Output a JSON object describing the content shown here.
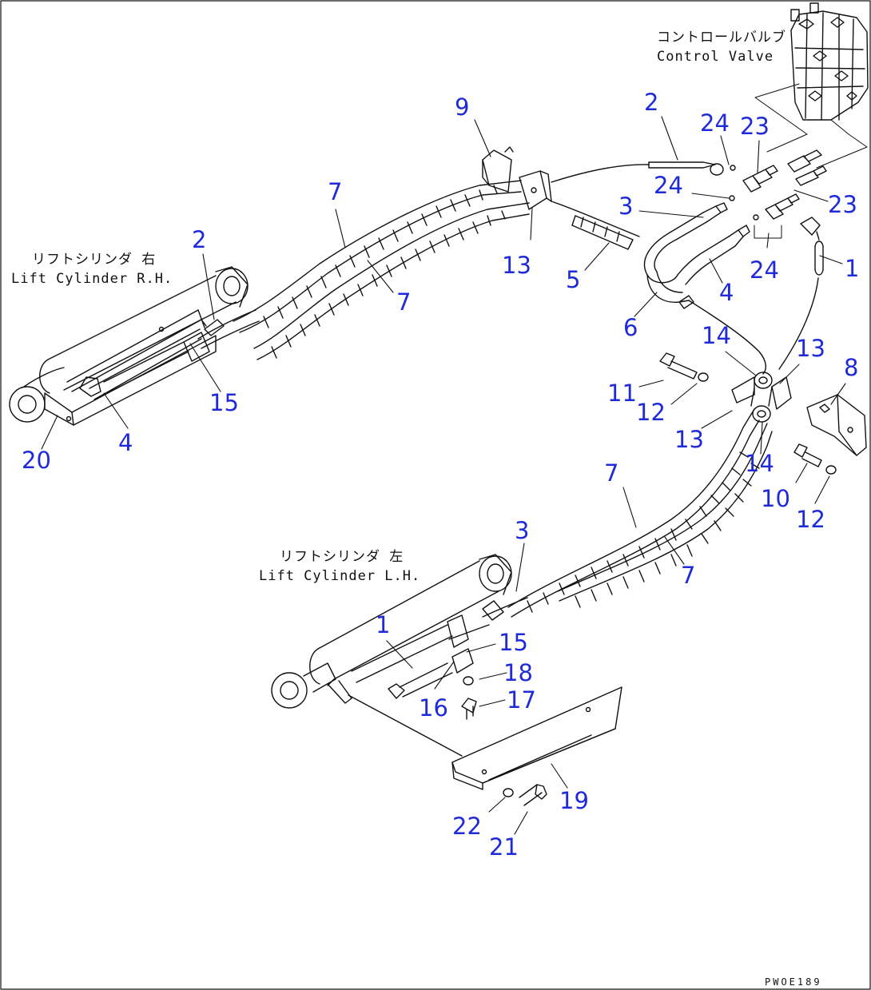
{
  "captions": {
    "control_valve_jp": "コントロールバルブ",
    "control_valve_en": "Control Valve",
    "lift_rh_jp": "リフトシリンダ 右",
    "lift_rh_en": "Lift Cylinder R.H.",
    "lift_lh_jp": "リフトシリンダ 左",
    "lift_lh_en": "Lift Cylinder L.H."
  },
  "drawing_code": "PWOE189",
  "callouts": {
    "c1": "9",
    "c2": "2",
    "c3": "24",
    "c4": "23",
    "c5": "24",
    "c6": "23",
    "c7": "3",
    "c8": "7",
    "c9": "13",
    "c10": "5",
    "c11": "24",
    "c12": "1",
    "c13": "4",
    "c14": "2",
    "c15": "7",
    "c16": "6",
    "c17": "14",
    "c18": "13",
    "c19": "8",
    "c20": "11",
    "c21": "12",
    "c22": "13",
    "c23": "14",
    "c24": "15",
    "c25": "20",
    "c26": "4",
    "c27": "7",
    "c28": "10",
    "c29": "12",
    "c30": "3",
    "c31": "7",
    "c32": "1",
    "c33": "15",
    "c34": "18",
    "c35": "17",
    "c36": "16",
    "c37": "19",
    "c38": "22",
    "c39": "21"
  }
}
